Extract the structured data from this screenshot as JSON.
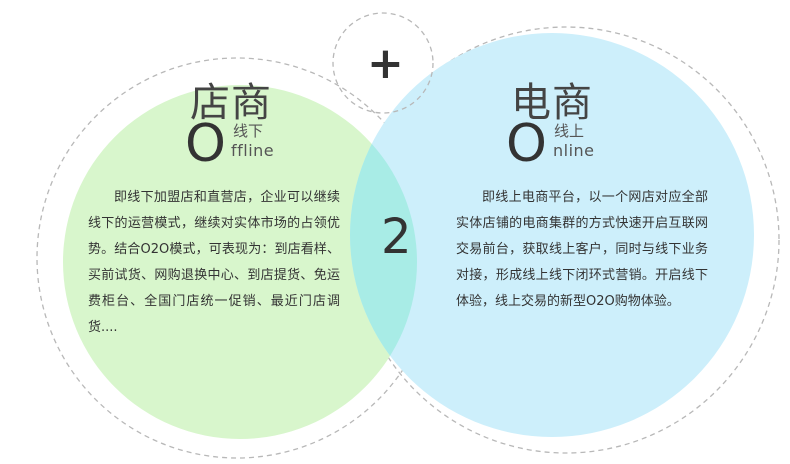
{
  "plus_sign": "+",
  "center_number": "2",
  "offline": {
    "title": "店商",
    "o_letter": "O",
    "sub_cn": "线下",
    "sub_en": "ffline",
    "description": "即线下加盟店和直营店，企业可以继续线下的运营模式，继续对实体市场的占领优势。结合O2O模式，可表现为：到店看样、买前试货、网购退换中心、到店提货、免运费柜台、全国门店统一促销、最近门店调货...."
  },
  "online": {
    "title": "电商",
    "o_letter": "O",
    "sub_cn": "线上",
    "sub_en": "nline",
    "description": "即线上电商平台，以一个网店对应全部实体店铺的电商集群的方式快速开启互联网交易前台，获取线上客户，同时与线下业务对接，形成线上线下闭环式营销。开启线下体验，线上交易的新型O2O购物体验。"
  },
  "colors": {
    "offline_fill": "#d8f6cc",
    "online_fill": "#cdeffb",
    "overlap_fill": "#a8ece6",
    "dash_stroke": "#b8b8b8"
  }
}
